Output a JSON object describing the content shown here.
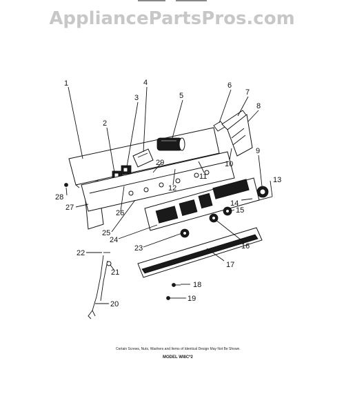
{
  "watermark": "AppliancePartsPros.com",
  "callouts": [
    "1",
    "2",
    "3",
    "4",
    "5",
    "6",
    "7",
    "8",
    "9",
    "10",
    "11",
    "12",
    "13",
    "14",
    "15",
    "16",
    "17",
    "18",
    "19",
    "20",
    "21",
    "22",
    "23",
    "24",
    "25",
    "26",
    "27",
    "28",
    "29"
  ],
  "footnote": "Certain Screws, Nuts, Washers and Items of Identical Design May Not Be Shown.",
  "model_label": "MODEL WI8C*2"
}
